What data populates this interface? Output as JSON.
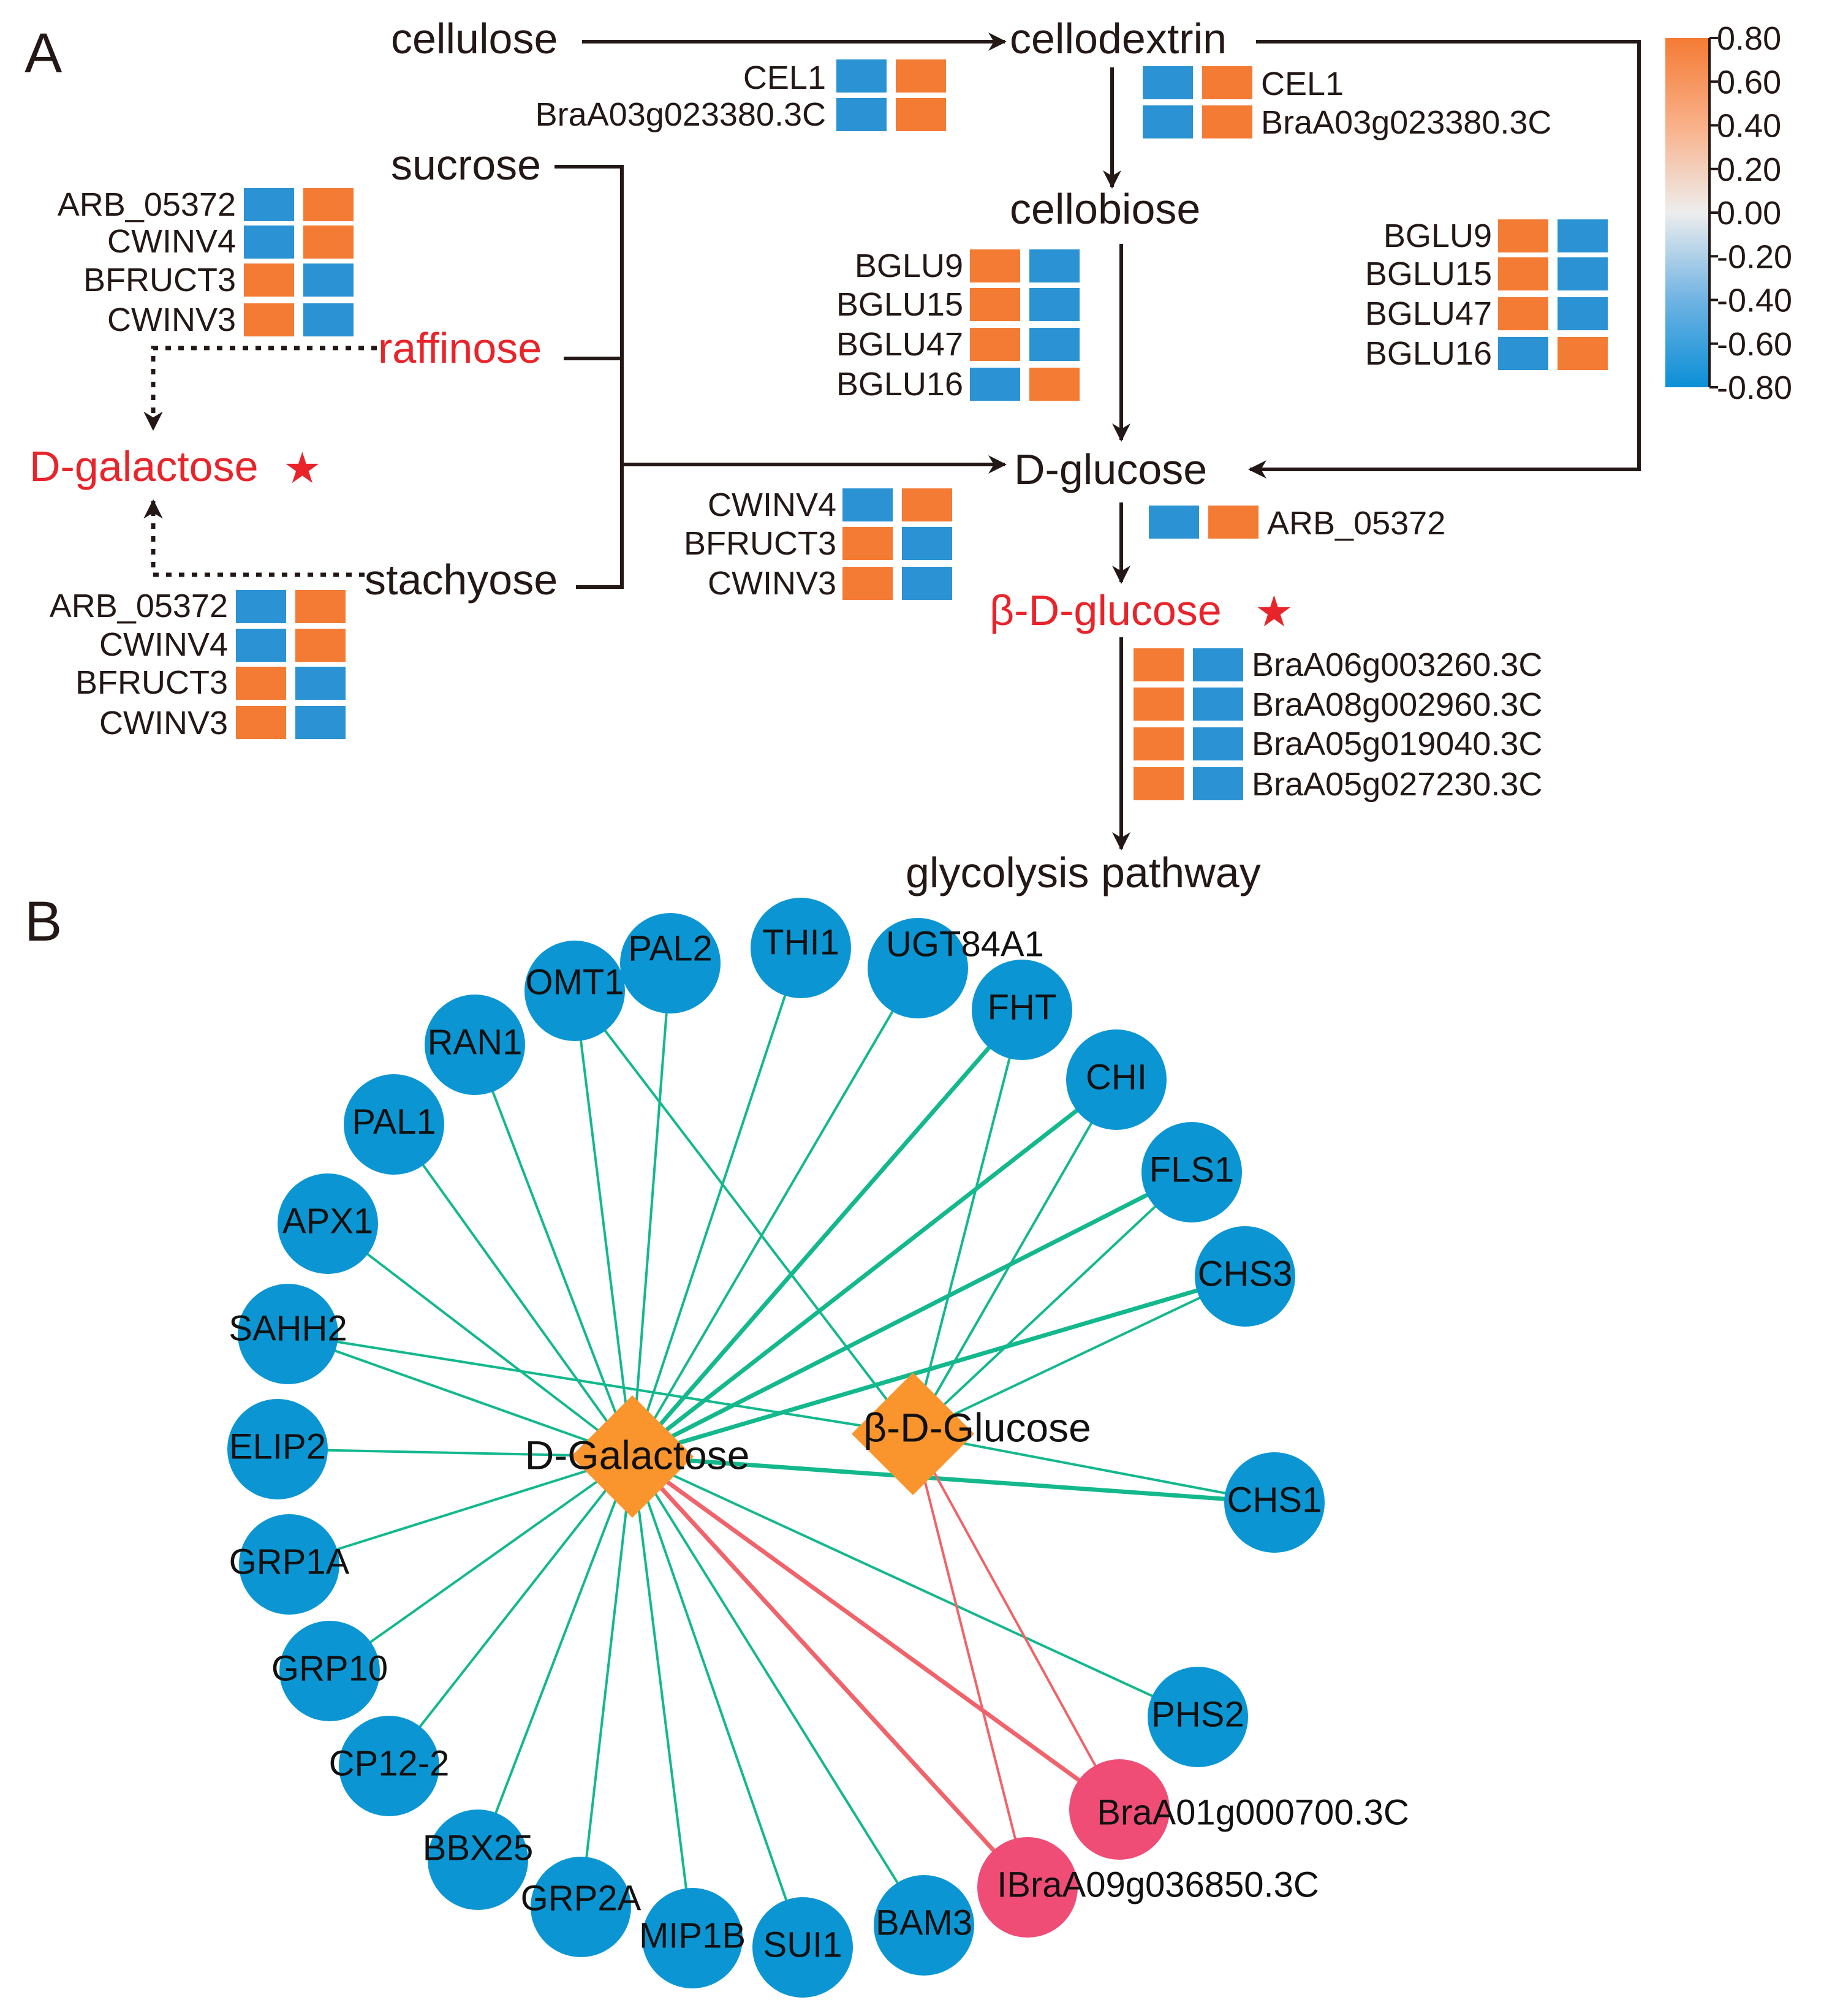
{
  "panels": {
    "a": "A",
    "b": "B"
  },
  "colors": {
    "up": "#f47b34",
    "down": "#2b93d3",
    "arrow": "#231815",
    "highlight_text": "#e8242a",
    "gene_node": "#0b96d3",
    "special_node": "#ef4d76",
    "hub_node": "#f9952c",
    "edge_green": "#13b88d",
    "edge_red": "#f0636a"
  },
  "pathway": {
    "metabolites": {
      "cellulose": "cellulose",
      "cellodextrin": "cellodextrin",
      "cellobiose": "cellobiose",
      "sucrose": "sucrose",
      "raffinose": "raffinose",
      "d_galactose": "D-galactose",
      "stachyose": "stachyose",
      "d_glucose": "D-glucose",
      "beta_d_glucose": "β-D-glucose",
      "glycolysis": "glycolysis pathway"
    },
    "star": "★",
    "gene_groups": [
      {
        "id": "cellulose-cel",
        "genes": [
          {
            "name": "CEL1",
            "pattern": [
              "down",
              "up"
            ]
          },
          {
            "name": "BraA03g023380.3C",
            "pattern": [
              "down",
              "up"
            ]
          }
        ]
      },
      {
        "id": "cellodextrin-cel",
        "genes": [
          {
            "name": "CEL1",
            "pattern": [
              "down",
              "up"
            ]
          },
          {
            "name": "BraA03g023380.3C",
            "pattern": [
              "down",
              "up"
            ]
          }
        ]
      },
      {
        "id": "raffinose-genes",
        "genes": [
          {
            "name": "ARB_05372",
            "pattern": [
              "down",
              "up"
            ]
          },
          {
            "name": "CWINV4",
            "pattern": [
              "down",
              "up"
            ]
          },
          {
            "name": "BFRUCT3",
            "pattern": [
              "up",
              "down"
            ]
          },
          {
            "name": "CWINV3",
            "pattern": [
              "up",
              "down"
            ]
          }
        ]
      },
      {
        "id": "stachyose-genes",
        "genes": [
          {
            "name": "ARB_05372",
            "pattern": [
              "down",
              "up"
            ]
          },
          {
            "name": "CWINV4",
            "pattern": [
              "down",
              "up"
            ]
          },
          {
            "name": "BFRUCT3",
            "pattern": [
              "up",
              "down"
            ]
          },
          {
            "name": "CWINV3",
            "pattern": [
              "up",
              "down"
            ]
          }
        ]
      },
      {
        "id": "cellobiose-bglu",
        "genes": [
          {
            "name": "BGLU9",
            "pattern": [
              "up",
              "down"
            ]
          },
          {
            "name": "BGLU15",
            "pattern": [
              "up",
              "down"
            ]
          },
          {
            "name": "BGLU47",
            "pattern": [
              "up",
              "down"
            ]
          },
          {
            "name": "BGLU16",
            "pattern": [
              "down",
              "up"
            ]
          }
        ]
      },
      {
        "id": "cellodextrin-bglu",
        "genes": [
          {
            "name": "BGLU9",
            "pattern": [
              "up",
              "down"
            ]
          },
          {
            "name": "BGLU15",
            "pattern": [
              "up",
              "down"
            ]
          },
          {
            "name": "BGLU47",
            "pattern": [
              "up",
              "down"
            ]
          },
          {
            "name": "BGLU16",
            "pattern": [
              "down",
              "up"
            ]
          }
        ]
      },
      {
        "id": "sucrose-cwinv",
        "genes": [
          {
            "name": "CWINV4",
            "pattern": [
              "down",
              "up"
            ]
          },
          {
            "name": "BFRUCT3",
            "pattern": [
              "up",
              "down"
            ]
          },
          {
            "name": "CWINV3",
            "pattern": [
              "up",
              "down"
            ]
          }
        ]
      },
      {
        "id": "glucose-arb",
        "genes": [
          {
            "name": "ARB_05372",
            "pattern": [
              "down",
              "up"
            ]
          }
        ]
      },
      {
        "id": "glycolysis-genes",
        "genes": [
          {
            "name": "BraA06g003260.3C",
            "pattern": [
              "up",
              "down"
            ]
          },
          {
            "name": "BraA08g002960.3C",
            "pattern": [
              "up",
              "down"
            ]
          },
          {
            "name": "BraA05g019040.3C",
            "pattern": [
              "up",
              "down"
            ]
          },
          {
            "name": "BraA05g027230.3C",
            "pattern": [
              "up",
              "down"
            ]
          }
        ]
      }
    ],
    "colorbar": {
      "ticks": [
        "0.80",
        "0.60",
        "0.40",
        "0.20",
        "0.00",
        "-0.20",
        "-0.40",
        "-0.60",
        "-0.80"
      ],
      "gradient": [
        "#f47b34",
        "#f9b088",
        "#ededed",
        "#6fb3e3",
        "#0b8fd6"
      ]
    }
  },
  "network": {
    "hubs": [
      {
        "id": "d-galactose",
        "label": "D-Galactose"
      },
      {
        "id": "beta-d-glucose",
        "label": "β-D-Glucose"
      }
    ],
    "genes": [
      {
        "id": "omt1",
        "label": "OMT1",
        "type": "gene"
      },
      {
        "id": "pal2",
        "label": "PAL2",
        "type": "gene"
      },
      {
        "id": "thi1",
        "label": "THI1",
        "type": "gene"
      },
      {
        "id": "ugt84a1",
        "label": "UGT84A1",
        "type": "gene"
      },
      {
        "id": "fht",
        "label": "FHT",
        "type": "gene"
      },
      {
        "id": "ran1",
        "label": "RAN1",
        "type": "gene"
      },
      {
        "id": "chi",
        "label": "CHI",
        "type": "gene"
      },
      {
        "id": "pal1",
        "label": "PAL1",
        "type": "gene"
      },
      {
        "id": "fls1",
        "label": "FLS1",
        "type": "gene"
      },
      {
        "id": "apx1",
        "label": "APX1",
        "type": "gene"
      },
      {
        "id": "chs3",
        "label": "CHS3",
        "type": "gene"
      },
      {
        "id": "sahh2",
        "label": "SAHH2",
        "type": "gene"
      },
      {
        "id": "elip2",
        "label": "ELIP2",
        "type": "gene"
      },
      {
        "id": "chs1",
        "label": "CHS1",
        "type": "gene"
      },
      {
        "id": "grp1a",
        "label": "GRP1A",
        "type": "gene"
      },
      {
        "id": "grp10",
        "label": "GRP10",
        "type": "gene"
      },
      {
        "id": "phs2",
        "label": "PHS2",
        "type": "gene"
      },
      {
        "id": "cp12-2",
        "label": "CP12-2",
        "type": "gene"
      },
      {
        "id": "bbx25",
        "label": "BBX25",
        "type": "gene"
      },
      {
        "id": "grp2a",
        "label": "GRP2A",
        "type": "gene"
      },
      {
        "id": "mip1b",
        "label": "MIP1B",
        "type": "gene"
      },
      {
        "id": "sui1",
        "label": "SUI1",
        "type": "gene"
      },
      {
        "id": "bam3",
        "label": "BAM3",
        "type": "gene"
      },
      {
        "id": "braa01g000700",
        "label": "BraA01g000700.3C",
        "type": "special"
      },
      {
        "id": "braa09g036850",
        "label": "IBraA09g036850.3C",
        "type": "special"
      }
    ],
    "edges": [
      {
        "from": "d-galactose",
        "to": "omt1",
        "color": "green",
        "weight": 1
      },
      {
        "from": "d-galactose",
        "to": "pal2",
        "color": "green",
        "weight": 1
      },
      {
        "from": "d-galactose",
        "to": "thi1",
        "color": "green",
        "weight": 1
      },
      {
        "from": "d-galactose",
        "to": "ugt84a1",
        "color": "green",
        "weight": 1
      },
      {
        "from": "d-galactose",
        "to": "fht",
        "color": "green",
        "weight": 2
      },
      {
        "from": "d-galactose",
        "to": "ran1",
        "color": "green",
        "weight": 1
      },
      {
        "from": "d-galactose",
        "to": "chi",
        "color": "green",
        "weight": 2
      },
      {
        "from": "d-galactose",
        "to": "pal1",
        "color": "green",
        "weight": 1
      },
      {
        "from": "d-galactose",
        "to": "fls1",
        "color": "green",
        "weight": 2
      },
      {
        "from": "d-galactose",
        "to": "apx1",
        "color": "green",
        "weight": 1
      },
      {
        "from": "d-galactose",
        "to": "chs3",
        "color": "green",
        "weight": 2
      },
      {
        "from": "d-galactose",
        "to": "sahh2",
        "color": "green",
        "weight": 1
      },
      {
        "from": "d-galactose",
        "to": "elip2",
        "color": "green",
        "weight": 1
      },
      {
        "from": "d-galactose",
        "to": "chs1",
        "color": "green",
        "weight": 2
      },
      {
        "from": "d-galactose",
        "to": "grp1a",
        "color": "green",
        "weight": 1
      },
      {
        "from": "d-galactose",
        "to": "grp10",
        "color": "green",
        "weight": 1
      },
      {
        "from": "d-galactose",
        "to": "phs2",
        "color": "green",
        "weight": 1
      },
      {
        "from": "d-galactose",
        "to": "cp12-2",
        "color": "green",
        "weight": 1
      },
      {
        "from": "d-galactose",
        "to": "bbx25",
        "color": "green",
        "weight": 1
      },
      {
        "from": "d-galactose",
        "to": "grp2a",
        "color": "green",
        "weight": 1
      },
      {
        "from": "d-galactose",
        "to": "mip1b",
        "color": "green",
        "weight": 1
      },
      {
        "from": "d-galactose",
        "to": "sui1",
        "color": "green",
        "weight": 1
      },
      {
        "from": "d-galactose",
        "to": "bam3",
        "color": "green",
        "weight": 1
      },
      {
        "from": "d-galactose",
        "to": "braa01g000700",
        "color": "red",
        "weight": 2
      },
      {
        "from": "d-galactose",
        "to": "braa09g036850",
        "color": "red",
        "weight": 2
      },
      {
        "from": "beta-d-glucose",
        "to": "omt1",
        "color": "green",
        "weight": 1
      },
      {
        "from": "beta-d-glucose",
        "to": "fht",
        "color": "green",
        "weight": 1
      },
      {
        "from": "beta-d-glucose",
        "to": "chi",
        "color": "green",
        "weight": 1
      },
      {
        "from": "beta-d-glucose",
        "to": "fls1",
        "color": "green",
        "weight": 1
      },
      {
        "from": "beta-d-glucose",
        "to": "chs3",
        "color": "green",
        "weight": 1
      },
      {
        "from": "beta-d-glucose",
        "to": "sahh2",
        "color": "green",
        "weight": 1
      },
      {
        "from": "beta-d-glucose",
        "to": "chs1",
        "color": "green",
        "weight": 1
      },
      {
        "from": "beta-d-glucose",
        "to": "braa01g000700",
        "color": "red",
        "weight": 1
      },
      {
        "from": "beta-d-glucose",
        "to": "braa09g036850",
        "color": "red",
        "weight": 1
      }
    ]
  }
}
